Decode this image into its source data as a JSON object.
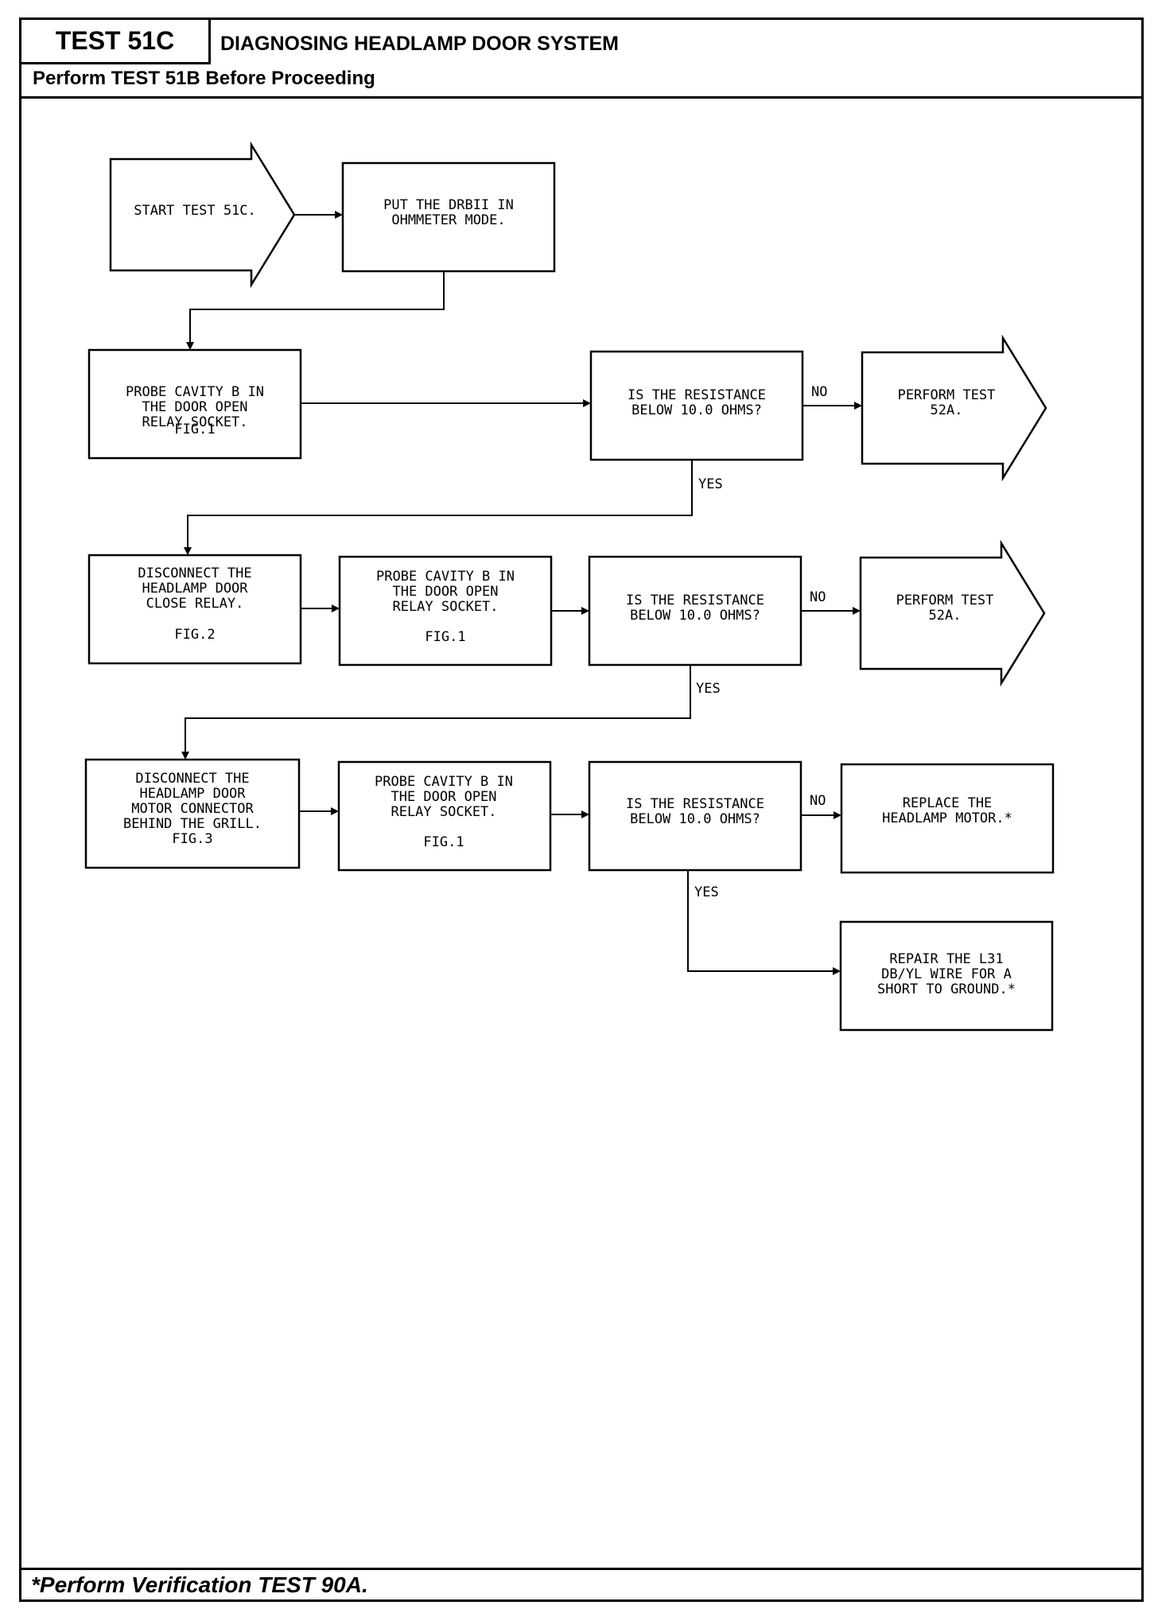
{
  "header": {
    "test_label": "TEST 51C",
    "title": "DIAGNOSING HEADLAMP DOOR SYSTEM",
    "prerequisite": "Perform TEST 51B Before Proceeding"
  },
  "footer": {
    "note": "*Perform Verification TEST 90A."
  },
  "flowchart": {
    "start": [
      "START TEST 51C."
    ],
    "step_drb": [
      "PUT THE DRBII IN",
      "OHMMETER MODE."
    ],
    "probe_1": [
      "PROBE CAVITY B IN",
      "THE DOOR OPEN",
      "RELAY SOCKET.",
      "FIG.1"
    ],
    "question_1": [
      "IS THE RESISTANCE",
      "BELOW 10.0 OHMS?"
    ],
    "result_1_no": [
      "PERFORM TEST",
      "52A."
    ],
    "disconnect_close_relay": [
      "DISCONNECT THE",
      "HEADLAMP DOOR",
      "CLOSE RELAY.",
      "FIG.2"
    ],
    "probe_2": [
      "PROBE CAVITY B IN",
      "THE DOOR OPEN",
      "RELAY SOCKET.",
      "FIG.1"
    ],
    "question_2": [
      "IS THE RESISTANCE",
      "BELOW 10.0 OHMS?"
    ],
    "result_2_no": [
      "PERFORM TEST",
      "52A."
    ],
    "disconnect_motor": [
      "DISCONNECT THE",
      "HEADLAMP DOOR",
      "MOTOR CONNECTOR",
      "BEHIND THE GRILL.",
      "FIG.3"
    ],
    "probe_3": [
      "PROBE CAVITY B IN",
      "THE DOOR OPEN",
      "RELAY SOCKET.",
      "FIG.1"
    ],
    "question_3": [
      "IS THE RESISTANCE",
      "BELOW 10.0 OHMS?"
    ],
    "result_3_no": [
      "REPLACE THE",
      "HEADLAMP MOTOR.*"
    ],
    "result_3_yes": [
      "REPAIR THE L31",
      "DB/YL WIRE FOR A",
      "SHORT TO GROUND.*"
    ],
    "labels": {
      "no": "NO",
      "yes": "YES"
    }
  }
}
